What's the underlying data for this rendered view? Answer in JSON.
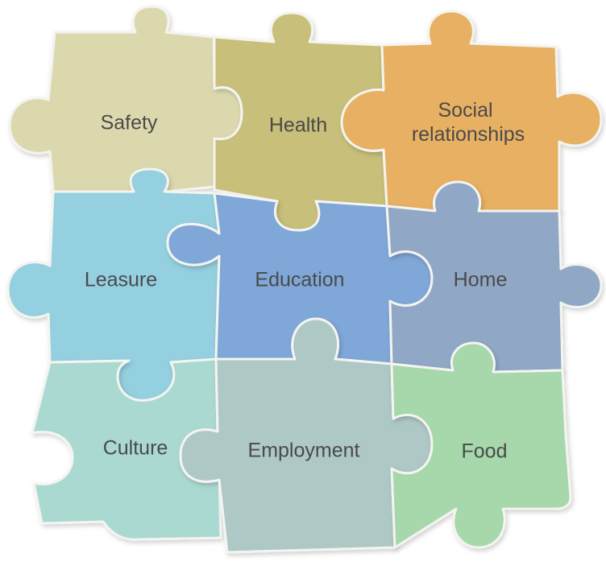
{
  "pieces": [
    {
      "id": "safety",
      "label": "Safety",
      "color": "#dcd8ae"
    },
    {
      "id": "health",
      "label": "Health",
      "color": "#c7bf7a"
    },
    {
      "id": "social",
      "label": [
        "Social",
        "relationships"
      ],
      "color": "#e8b064"
    },
    {
      "id": "leasure",
      "label": "Leasure",
      "color": "#94d0e0"
    },
    {
      "id": "education",
      "label": "Education",
      "color": "#7fa7d8"
    },
    {
      "id": "home",
      "label": "Home",
      "color": "#90a8c5"
    },
    {
      "id": "culture",
      "label": "Culture",
      "color": "#aad9d2"
    },
    {
      "id": "employment",
      "label": "Employment",
      "color": "#aec8c6"
    },
    {
      "id": "food",
      "label": "Food",
      "color": "#a6d8ac"
    }
  ]
}
